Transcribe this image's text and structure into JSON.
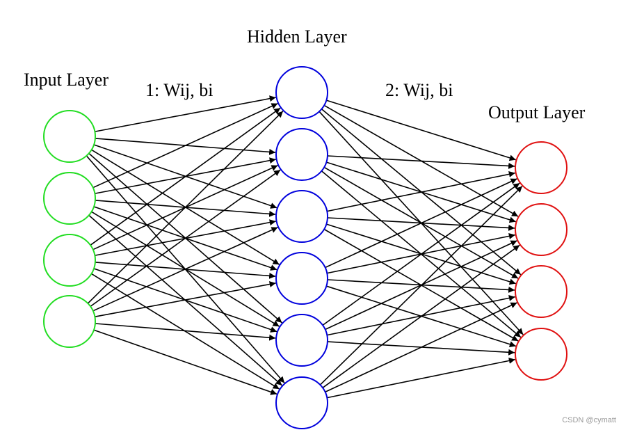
{
  "labels": {
    "input_layer": "Input Layer",
    "hidden_layer": "Hidden Layer",
    "output_layer": "Output Layer",
    "weights_1": "1: Wij, bi",
    "weights_2": "2: Wij, bi"
  },
  "watermark": "CSDN @cymatt",
  "layers": [
    {
      "name": "input",
      "neurons": 4,
      "color": "#22dd22"
    },
    {
      "name": "hidden",
      "neurons": 6,
      "color": "#0000dd"
    },
    {
      "name": "output",
      "neurons": 4,
      "color": "#e01010"
    }
  ],
  "connection_color": "#000000"
}
